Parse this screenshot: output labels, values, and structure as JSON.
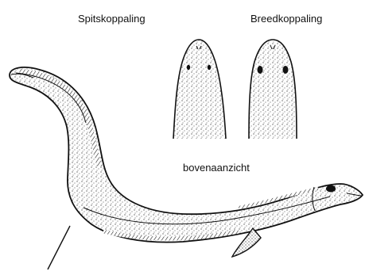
{
  "labels": {
    "spitskop": "Spitskoppaling",
    "breedkop": "Breedkoppaling",
    "bovenaanzicht": "bovenaanzicht"
  },
  "colors": {
    "ink": "#111111",
    "background": "#ffffff"
  }
}
